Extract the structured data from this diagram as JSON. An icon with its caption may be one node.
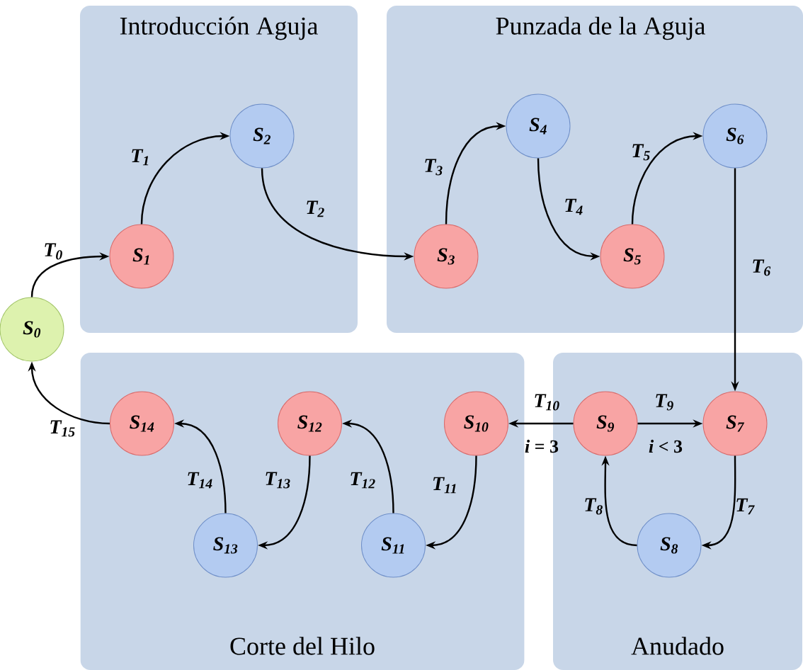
{
  "diagram": {
    "nodes": [
      {
        "text": [
          "S$_{0}$"
        ]
      },
      {
        "text": [
          "Introducción Aguja"
        ]
      },
      {
        "text": [
          "S$_{1}$"
        ],
        "in": 1
      },
      {
        "text": [
          "S$_{2}$"
        ],
        "in": 1
      },
      {
        "text": [
          "Punzada de la Aguja"
        ]
      },
      {
        "text": [
          "S$_{3}$"
        ],
        "in": 4
      },
      {
        "text": [
          "S$_{4}$"
        ],
        "in": 4
      },
      {
        "text": [
          "S$_{5}$"
        ],
        "in": 4
      },
      {
        "text": [
          "S$_{6}$"
        ],
        "in": 4
      },
      {
        "text": [
          "Corte del Hilo"
        ]
      },
      {
        "text": [
          "S$_{14}$"
        ],
        "in": 9
      },
      {
        "text": [
          "S$_{13}$"
        ],
        "in": 9
      },
      {
        "text": [
          "S$_{12}$"
        ],
        "in": 9
      },
      {
        "text": [
          "S$_{11}$"
        ],
        "in": 9
      },
      {
        "text": [
          "S$_{10}$"
        ],
        "in": 9
      },
      {
        "text": [
          "Anudado"
        ]
      },
      {
        "text": [
          "S$_{9}$"
        ],
        "in": 15
      },
      {
        "text": [
          "S$_{8}$"
        ],
        "in": 15
      },
      {
        "text": [
          "S$_{7}$"
        ],
        "in": 15
      }
    ],
    "edges": [
      {
        "from": 0,
        "to": 2,
        "arrow": "to",
        "label": "T$_{0}$"
      },
      {
        "from": 2,
        "to": 3,
        "arrow": "to",
        "label": "T$_{1}$"
      },
      {
        "from": 3,
        "to": 5,
        "arrow": "to",
        "label": "T$_{2}$"
      },
      {
        "from": 5,
        "to": 6,
        "arrow": "to",
        "label": "T$_{3}$"
      },
      {
        "from": 6,
        "to": 7,
        "arrow": "to",
        "label": "T$_{4}$"
      },
      {
        "from": 7,
        "to": 8,
        "arrow": "to",
        "label": "T$_{5}$"
      },
      {
        "from": 8,
        "to": 18,
        "arrow": "to",
        "label": "T$_{6}$"
      },
      {
        "from": 18,
        "to": 17,
        "arrow": "to",
        "label": "T$_{7}$"
      },
      {
        "from": 17,
        "to": 16,
        "arrow": "to",
        "label": "T$_{8}$"
      },
      {
        "from": 16,
        "to": 18,
        "arrow": "to",
        "label": "T$_{9}$"
      },
      {
        "from": 16,
        "to": 14,
        "arrow": "to",
        "label": "T$_{10}$"
      },
      {
        "from": 14,
        "to": 13,
        "arrow": "to",
        "label": "T$_{11}$"
      },
      {
        "from": 13,
        "to": 12,
        "arrow": "to",
        "label": "T$_{12}$"
      },
      {
        "from": 12,
        "to": 11,
        "arrow": "to",
        "label": "T$_{13}$"
      },
      {
        "from": 11,
        "to": 10,
        "arrow": "to",
        "label": "T$_{14}$"
      },
      {
        "from": 10,
        "to": 0,
        "arrow": "to",
        "label": "T$_{15}$"
      }
    ],
    "labels": [
      "*i* = 3",
      "*i* < 3"
    ]
  }
}
